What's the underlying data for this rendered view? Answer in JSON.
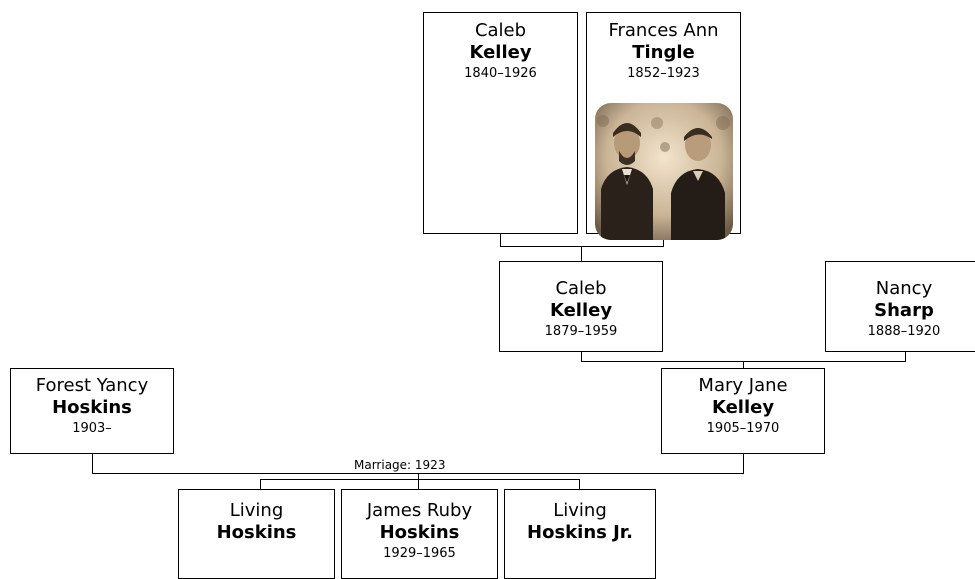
{
  "people": {
    "caleb_sr": {
      "given": "Caleb",
      "surname": "Kelley",
      "dates": "1840–1926"
    },
    "frances": {
      "given": "Frances Ann",
      "surname": "Tingle",
      "dates": "1852–1923"
    },
    "caleb_jr": {
      "given": "Caleb",
      "surname": "Kelley",
      "dates": "1879–1959"
    },
    "nancy": {
      "given": "Nancy",
      "surname": "Sharp",
      "dates": "1888–1920"
    },
    "forest": {
      "given": "Forest Yancy",
      "surname": "Hoskins",
      "dates": "1903–"
    },
    "mary_jane": {
      "given": "Mary Jane",
      "surname": "Kelley",
      "dates": "1905–1970"
    },
    "living1": {
      "given": "Living",
      "surname": "Hoskins",
      "dates": ""
    },
    "james": {
      "given": "James Ruby",
      "surname": "Hoskins",
      "dates": "1929–1965"
    },
    "living2": {
      "given": "Living",
      "surname": "Hoskins Jr.",
      "dates": ""
    }
  },
  "marriage": {
    "label": "Marriage: 1923"
  },
  "photo": {
    "icon": "portrait-photo"
  }
}
